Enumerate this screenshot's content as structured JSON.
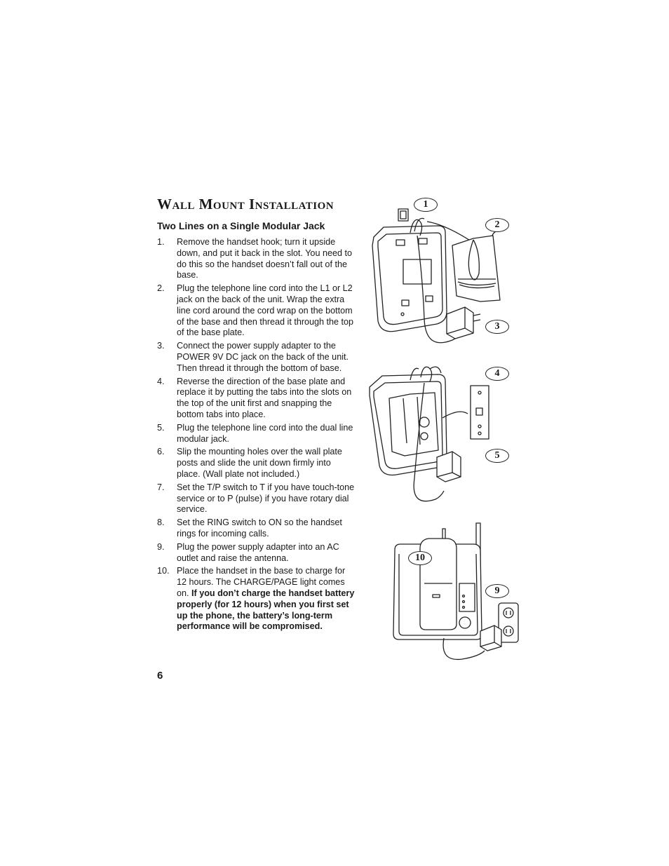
{
  "section_title": "Wall Mount Installation",
  "subtitle": "Two Lines on a Single Modular Jack",
  "steps": [
    {
      "num": "1.",
      "text": "Remove the handset hook; turn it upside down, and put it back in the slot. You need to do this so the handset doesn’t fall out of the base."
    },
    {
      "num": "2.",
      "text": "Plug the telephone line cord into the L1 or L2 jack on the back of the unit. Wrap  the extra line cord around the cord wrap on the bottom of the base and then thread it through the top of the base plate."
    },
    {
      "num": "3.",
      "text": "Connect the power supply adapter to the POWER 9V DC jack on the back of the unit. Then thread it through the bottom of base."
    },
    {
      "num": "4.",
      "text": "Reverse the direction of the base plate and replace it by putting the tabs into the slots on the top of the unit first and snapping the bottom tabs into place."
    },
    {
      "num": "5.",
      "text": "Plug the telephone line cord into the dual line modular jack."
    },
    {
      "num": "6.",
      "text": "Slip the mounting holes over the wall plate posts and slide the unit down firmly into place. (Wall plate not included.)"
    },
    {
      "num": "7.",
      "text": "Set the T/P switch to T if you have touch-tone service or to P (pulse) if you have rotary dial service."
    },
    {
      "num": "8.",
      "text": "Set the RING switch to ON so the handset rings for incoming calls."
    },
    {
      "num": "9.",
      "text": "Plug the power supply adapter into an AC outlet and raise the antenna."
    },
    {
      "num": "10.",
      "text": "Place the handset in the base to charge for 12 hours. The CHARGE/PAGE light comes on. ",
      "warning": "If you don’t charge the handset battery properly (for 12 hours) when you first set up the phone, the battery’s long-term performance will be compromised."
    }
  ],
  "callouts": {
    "c1": "1",
    "c2": "2",
    "c3": "3",
    "c4": "4",
    "c5": "5",
    "c9": "9",
    "c10": "10"
  },
  "page_number": "6"
}
